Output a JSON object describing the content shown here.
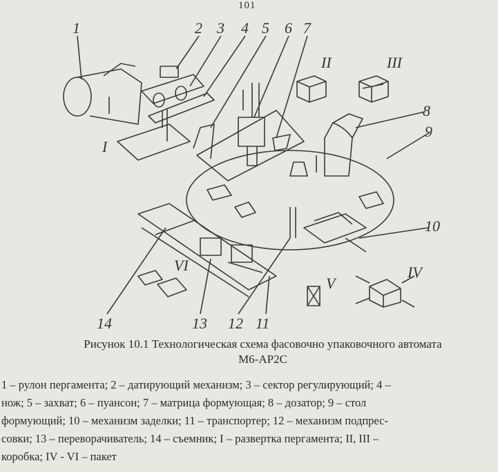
{
  "page_number": "101",
  "figure": {
    "labels": {
      "n1": "1",
      "n2": "2",
      "n3": "3",
      "n4": "4",
      "n5": "5",
      "n6": "6",
      "n7": "7",
      "n8": "8",
      "n9": "9",
      "n10": "10",
      "n11": "11",
      "n12": "12",
      "n13": "13",
      "n14": "14",
      "rI": "I",
      "rII": "II",
      "rIII": "III",
      "rIV": "IV",
      "rV": "V",
      "rVI": "VI"
    }
  },
  "caption": {
    "line1": "Рисунок 10.1 Технологическая схема фасовочно упаковочного автомата",
    "line2": "М6-АР2С"
  },
  "legend": {
    "line1": "1 – рулон пергамента; 2 – датирующий механизм; 3 – сектор регулирующий; 4 –",
    "line2": "нож; 5 – захват; 6 – пуансон; 7 – матрица формующая; 8 – дозатор; 9 – стол",
    "line3": "формующий; 10 – механизм заделки; 11 – транспортер; 12 – механизм подпрес-",
    "line4": "совки; 13 – переворачиватель; 14 – съемник; I – развертка пергамента; II, III –",
    "line5": "коробка; IV - VI – пакет"
  }
}
